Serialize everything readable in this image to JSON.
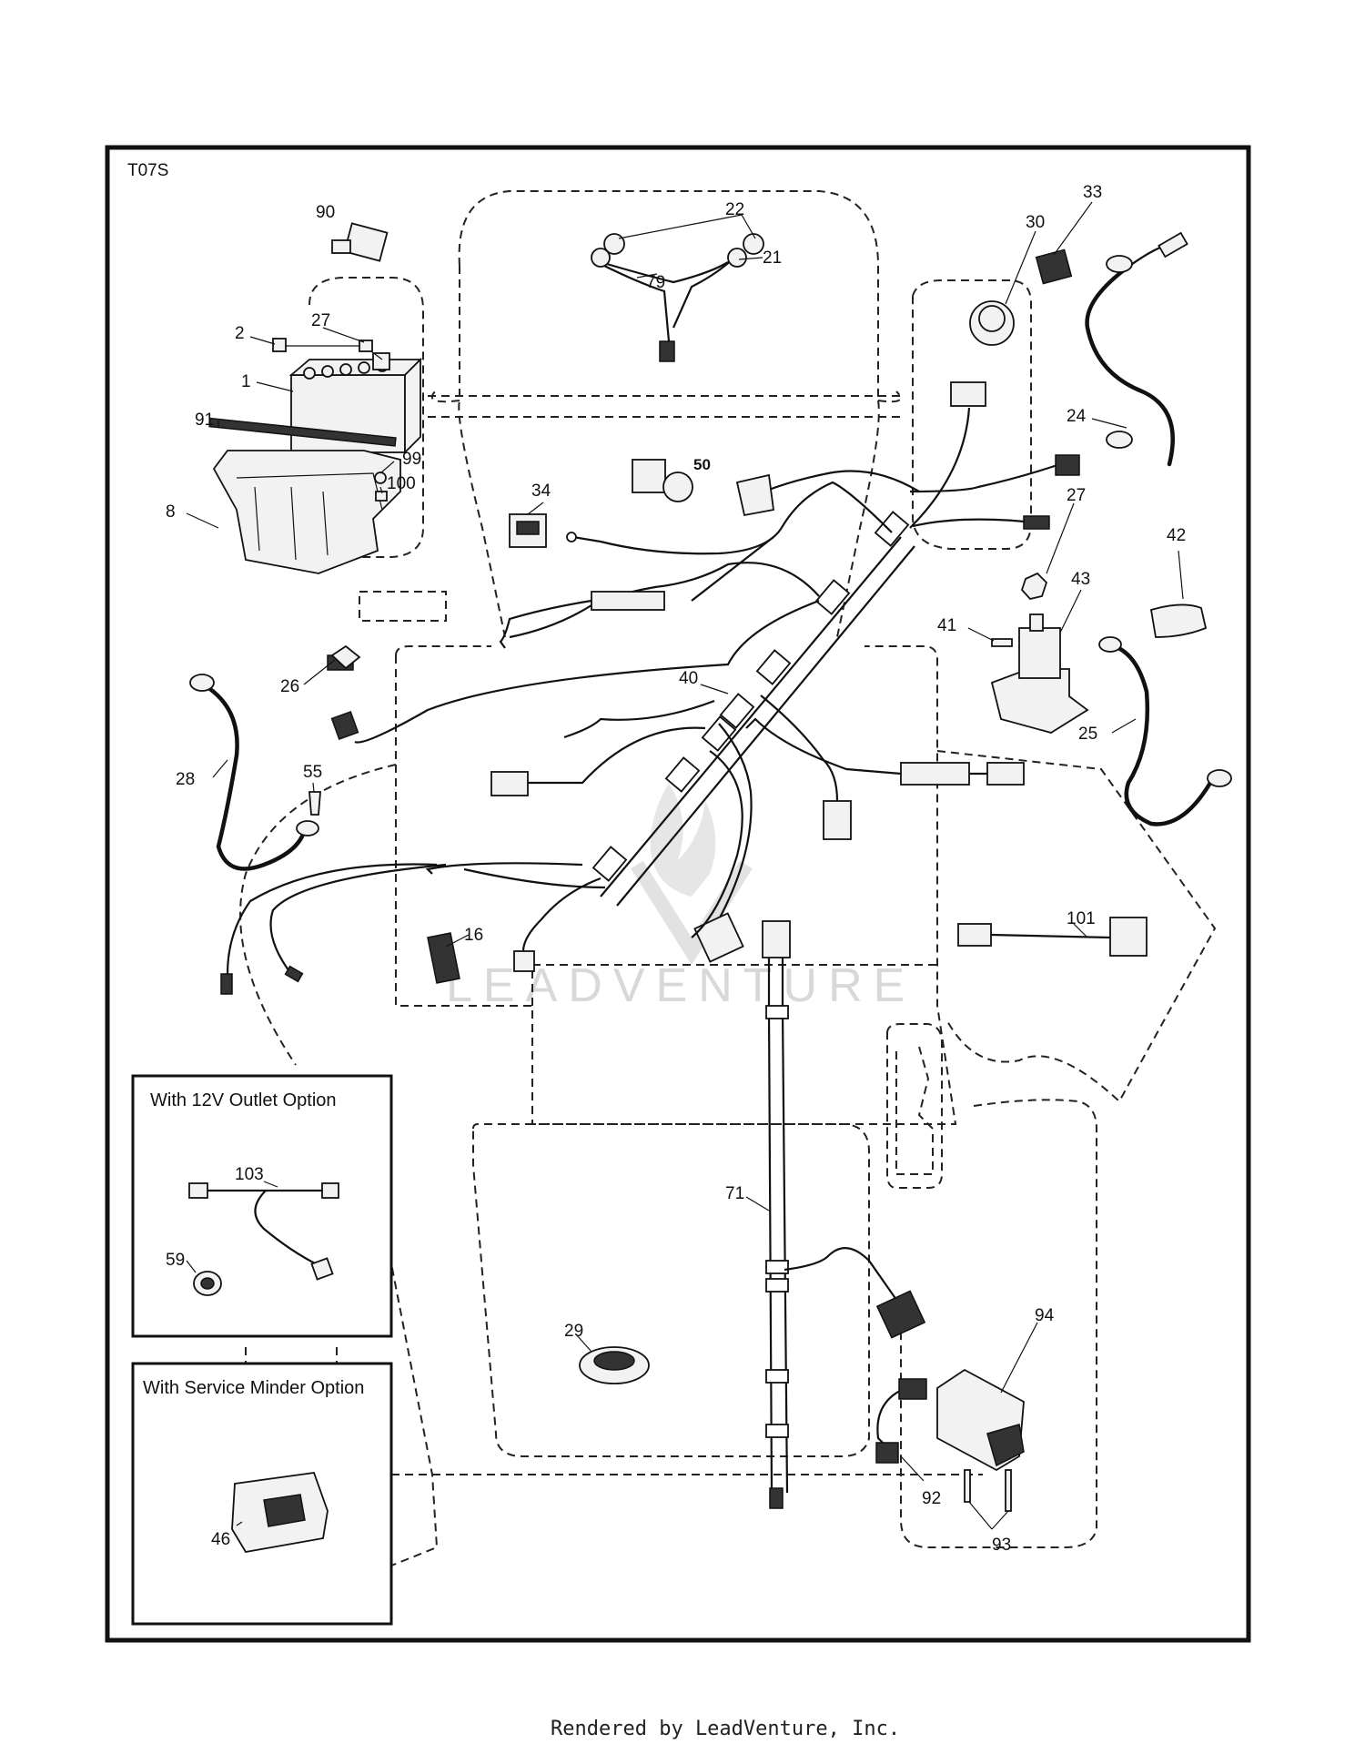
{
  "diagram": {
    "code": "T07S",
    "watermark": "LEADVENTURE",
    "footer": "Rendered by LeadVenture, Inc.",
    "callouts": {
      "c1": "1",
      "c2": "2",
      "c8": "8",
      "c16": "16",
      "c21": "21",
      "c22": "22",
      "c24": "24",
      "c25": "25",
      "c26": "26",
      "c27a": "27",
      "c27b": "27",
      "c28": "28",
      "c29": "29",
      "c30": "30",
      "c33": "33",
      "c34": "34",
      "c40": "40",
      "c41": "41",
      "c42": "42",
      "c43": "43",
      "c46": "46",
      "c50": "50",
      "c55": "55",
      "c59": "59",
      "c71": "71",
      "c79": "79",
      "c90": "90",
      "c91": "91",
      "c92": "92",
      "c93": "93",
      "c94": "94",
      "c99": "99",
      "c100": "100",
      "c101": "101",
      "c103": "103"
    },
    "option_boxes": {
      "outlet_title": "With 12V Outlet Option",
      "service_title": "With Service Minder Option"
    }
  }
}
